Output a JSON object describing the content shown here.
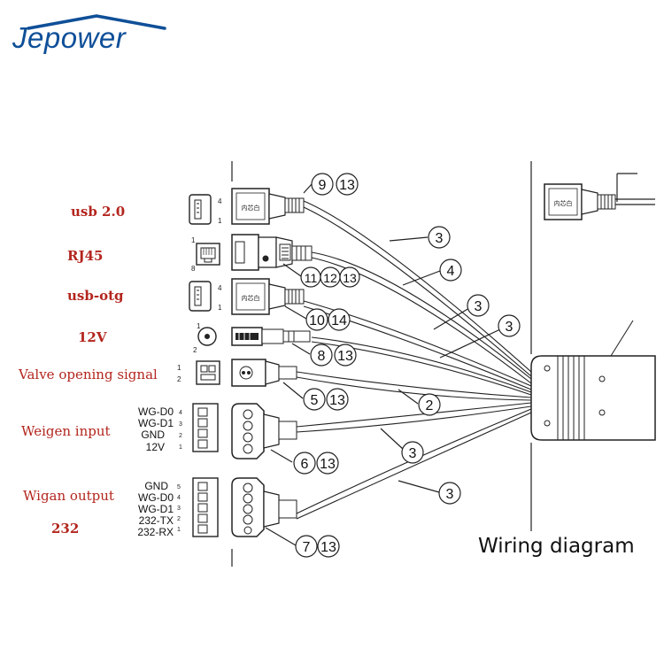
{
  "brand": {
    "name": "Jepower"
  },
  "title": "Wiring diagram",
  "interfaces": [
    {
      "label": "usb 2.0",
      "pins": [
        "4",
        "1"
      ],
      "callouts": [
        "9",
        "13"
      ]
    },
    {
      "label": "RJ45",
      "pins": [
        "1",
        "8"
      ],
      "callouts": [
        "11",
        "12",
        "13"
      ]
    },
    {
      "label": "usb-otg",
      "pins": [
        "4",
        "1"
      ],
      "callouts": [
        "10",
        "14"
      ]
    },
    {
      "label": "12V",
      "pins": [
        "1",
        "2"
      ],
      "callouts": [
        "8",
        "13"
      ]
    },
    {
      "label": "Valve opening signal",
      "pins": [
        "1",
        "2"
      ],
      "callouts": [
        "5",
        "13"
      ]
    },
    {
      "label": "Weigen input",
      "pins": [
        "4",
        "3",
        "2",
        "1"
      ],
      "pin_names": [
        "WG-D0",
        "WG-D1",
        "GND",
        "12V"
      ],
      "callouts": [
        "6",
        "13"
      ]
    },
    {
      "label": "Wigan output",
      "label2": "232",
      "pins": [
        "5",
        "4",
        "3",
        "2",
        "1"
      ],
      "pin_names": [
        "GND",
        "WG-D0",
        "WG-D1",
        "232-TX",
        "232-RX"
      ],
      "callouts": [
        "7",
        "13"
      ]
    }
  ],
  "cable_callouts": [
    "3",
    "4",
    "3",
    "3",
    "2",
    "3",
    "3"
  ],
  "connector_marking": "内芯白"
}
